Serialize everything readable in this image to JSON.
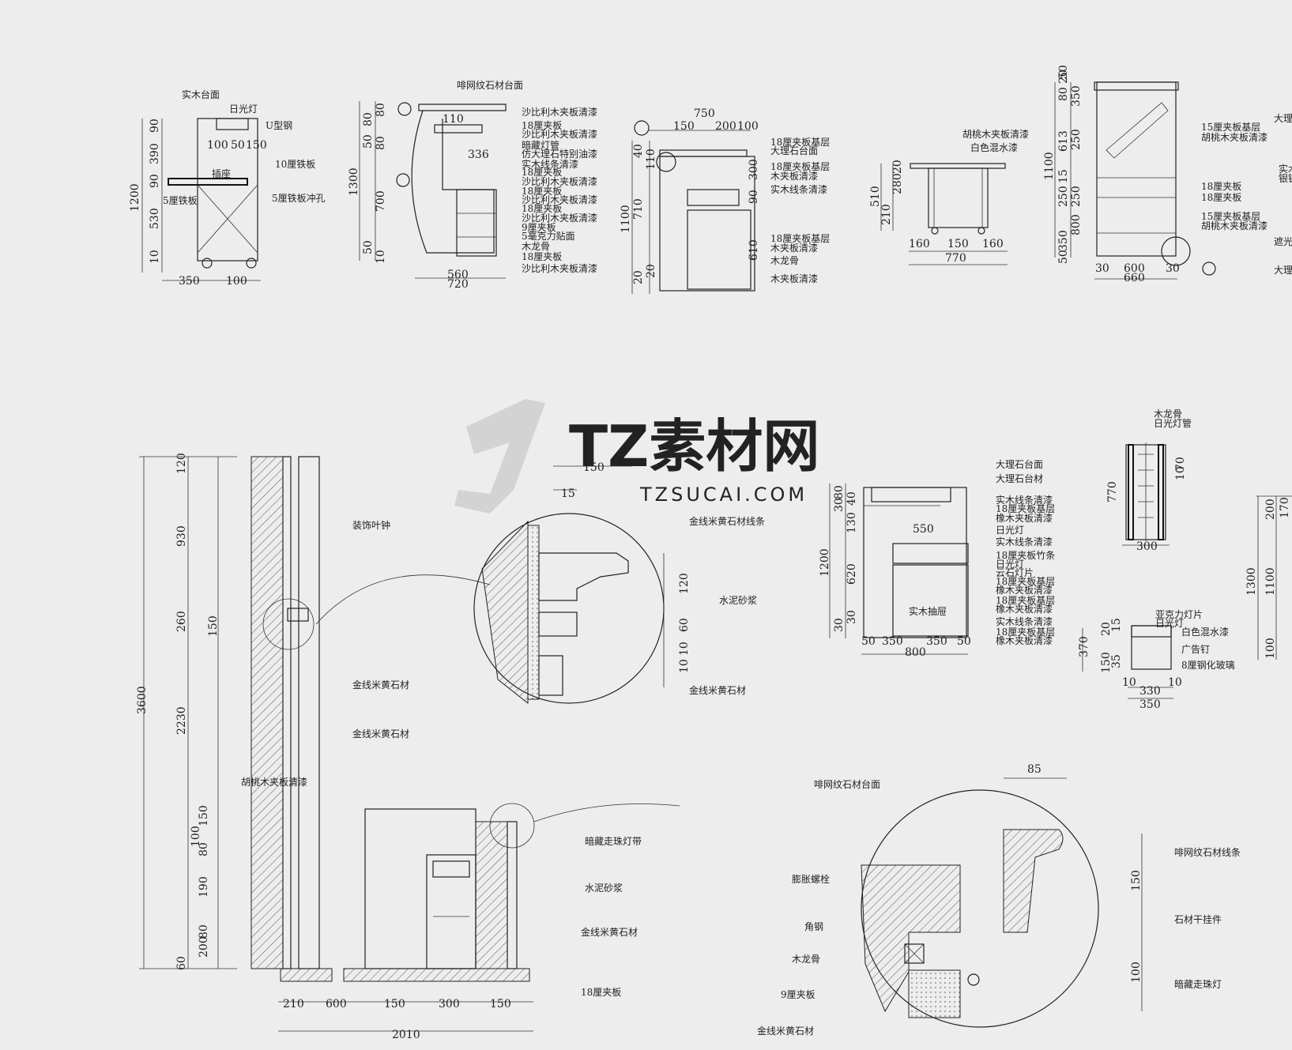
{
  "watermark": {
    "brand": "TZ素材网",
    "url": "TZSUCAI.COM"
  },
  "drawings": {
    "a": {
      "labels": [
        "实木台面",
        "日光灯",
        "U型钢",
        "10厘铁板",
        "插座",
        "5厘铁板",
        "5厘铁板冲孔"
      ],
      "vdims": [
        "90",
        "390",
        "90",
        "530",
        "10",
        "1200"
      ],
      "hdims_top": [
        "100",
        "50",
        "150"
      ],
      "hdims_bottom": [
        "350",
        "100"
      ]
    },
    "b": {
      "labels": [
        "啡网纹石材台面",
        "沙比利木夹板清漆",
        "18厘夹板",
        "沙比利木夹板清漆",
        "暗藏灯管",
        "仿大理石特别油漆",
        "实木线条清漆",
        "18厘夹板",
        "沙比利木夹板清漆",
        "18厘夹板",
        "沙比利木夹板清漆",
        "18厘夹板",
        "沙比利木夹板清漆",
        "9厘夹板",
        "5毫克力贴面",
        "木龙骨",
        "18厘夹板",
        "沙比利木夹板清漆"
      ],
      "vdims": [
        "80",
        "80",
        "50",
        "80",
        "1300",
        "700",
        "50",
        "10"
      ],
      "hdims": [
        "110",
        "336",
        "560",
        "720"
      ]
    },
    "c": {
      "labels": [
        "18厘夹板基层",
        "大理石台面",
        "18厘夹板基层",
        "木夹板清漆",
        "实木线条清漆",
        "18厘夹板基层",
        "木夹板清漆",
        "木龙骨",
        "木夹板清漆"
      ],
      "vdims": [
        "40",
        "110",
        "1100",
        "710",
        "20",
        "20",
        "300",
        "90",
        "610"
      ],
      "hdims": [
        "750",
        "150",
        "200",
        "100"
      ]
    },
    "d": {
      "labels": [
        "胡桃木夹板清漆",
        "白色混水漆"
      ],
      "vdims": [
        "280",
        "20",
        "510",
        "210"
      ],
      "hdims": [
        "160",
        "150",
        "160",
        "770"
      ]
    },
    "e": {
      "labels": [
        "15厘夹板基层",
        "胡桃木夹板清漆",
        "18厘夹板",
        "18厘夹板",
        "15厘夹板基层",
        "胡桃木夹板清漆"
      ],
      "side_labels": [
        "大理",
        "实木",
        "银镜",
        "遮光",
        "大理"
      ],
      "vdims": [
        "20",
        "80",
        "350",
        "50",
        "613",
        "250",
        "1100",
        "15",
        "250",
        "250",
        "800",
        "350",
        "50"
      ],
      "hdims": [
        "30",
        "600",
        "30",
        "660"
      ]
    },
    "f": {
      "labels": [
        "装饰叶钟",
        "金线米黄石材",
        "金线米黄石材"
      ],
      "vdims": [
        "120",
        "930",
        "260",
        "150",
        "3600",
        "2230",
        "150",
        "100",
        "80",
        "190",
        "80",
        "200",
        "60"
      ]
    },
    "g": {
      "labels": [
        "金线米黄石材线条",
        "水泥砂浆",
        "金线米黄石材"
      ],
      "hdims": [
        "150",
        "15"
      ],
      "vdims": [
        "120",
        "60",
        "10",
        "10"
      ]
    },
    "h": {
      "labels": [
        "大理石台面",
        "大理石台材",
        "实木线条清漆",
        "18厘夹板基层",
        "橡木夹板清漆",
        "日光灯",
        "实木线条清漆",
        "18厘夹板竹条",
        "日光灯",
        "云石灯片",
        "18厘夹板基层",
        "橡木夹板清漆",
        "18厘夹板基层",
        "橡木夹板清漆",
        "实木线条清漆",
        "18厘夹板基层",
        "橡木夹板清漆"
      ],
      "vdims": [
        "80",
        "30",
        "40",
        "130",
        "1200",
        "620",
        "30",
        "30"
      ],
      "hdims": [
        "550",
        "50",
        "350",
        "350",
        "50",
        "800"
      ],
      "inner": "实木抽屉"
    },
    "i": {
      "labels": [
        "木龙骨",
        "日光灯管"
      ],
      "vdims": [
        "770",
        "70",
        "10"
      ],
      "hdims": [
        "300"
      ]
    },
    "j": {
      "labels": [
        "亚克力灯片",
        "日光灯",
        "白色混水漆",
        "广告钉",
        "8厘钢化玻璃"
      ],
      "vdims": [
        "20",
        "15",
        "370",
        "150",
        "35"
      ],
      "hdims": [
        "10",
        "330",
        "10",
        "350"
      ]
    },
    "k": {
      "vdims": [
        "200",
        "170",
        "1300",
        "1100",
        "100"
      ]
    },
    "l": {
      "labels": [
        "胡桃木夹板清漆",
        "暗藏走珠灯带",
        "水泥砂浆",
        "金线米黄石材",
        "18厘夹板"
      ],
      "hdims": [
        "210",
        "600",
        "150",
        "300",
        "150",
        "2010"
      ]
    },
    "m": {
      "labels": [
        "啡网纹石材台面",
        "膨胀螺栓",
        "角钢",
        "木龙骨",
        "9厘夹板",
        "金线米黄石材",
        "啡网纹石材线条",
        "石材干挂件",
        "暗藏走珠灯"
      ],
      "hdims": [
        "85"
      ],
      "vdims": [
        "150",
        "100"
      ]
    }
  }
}
